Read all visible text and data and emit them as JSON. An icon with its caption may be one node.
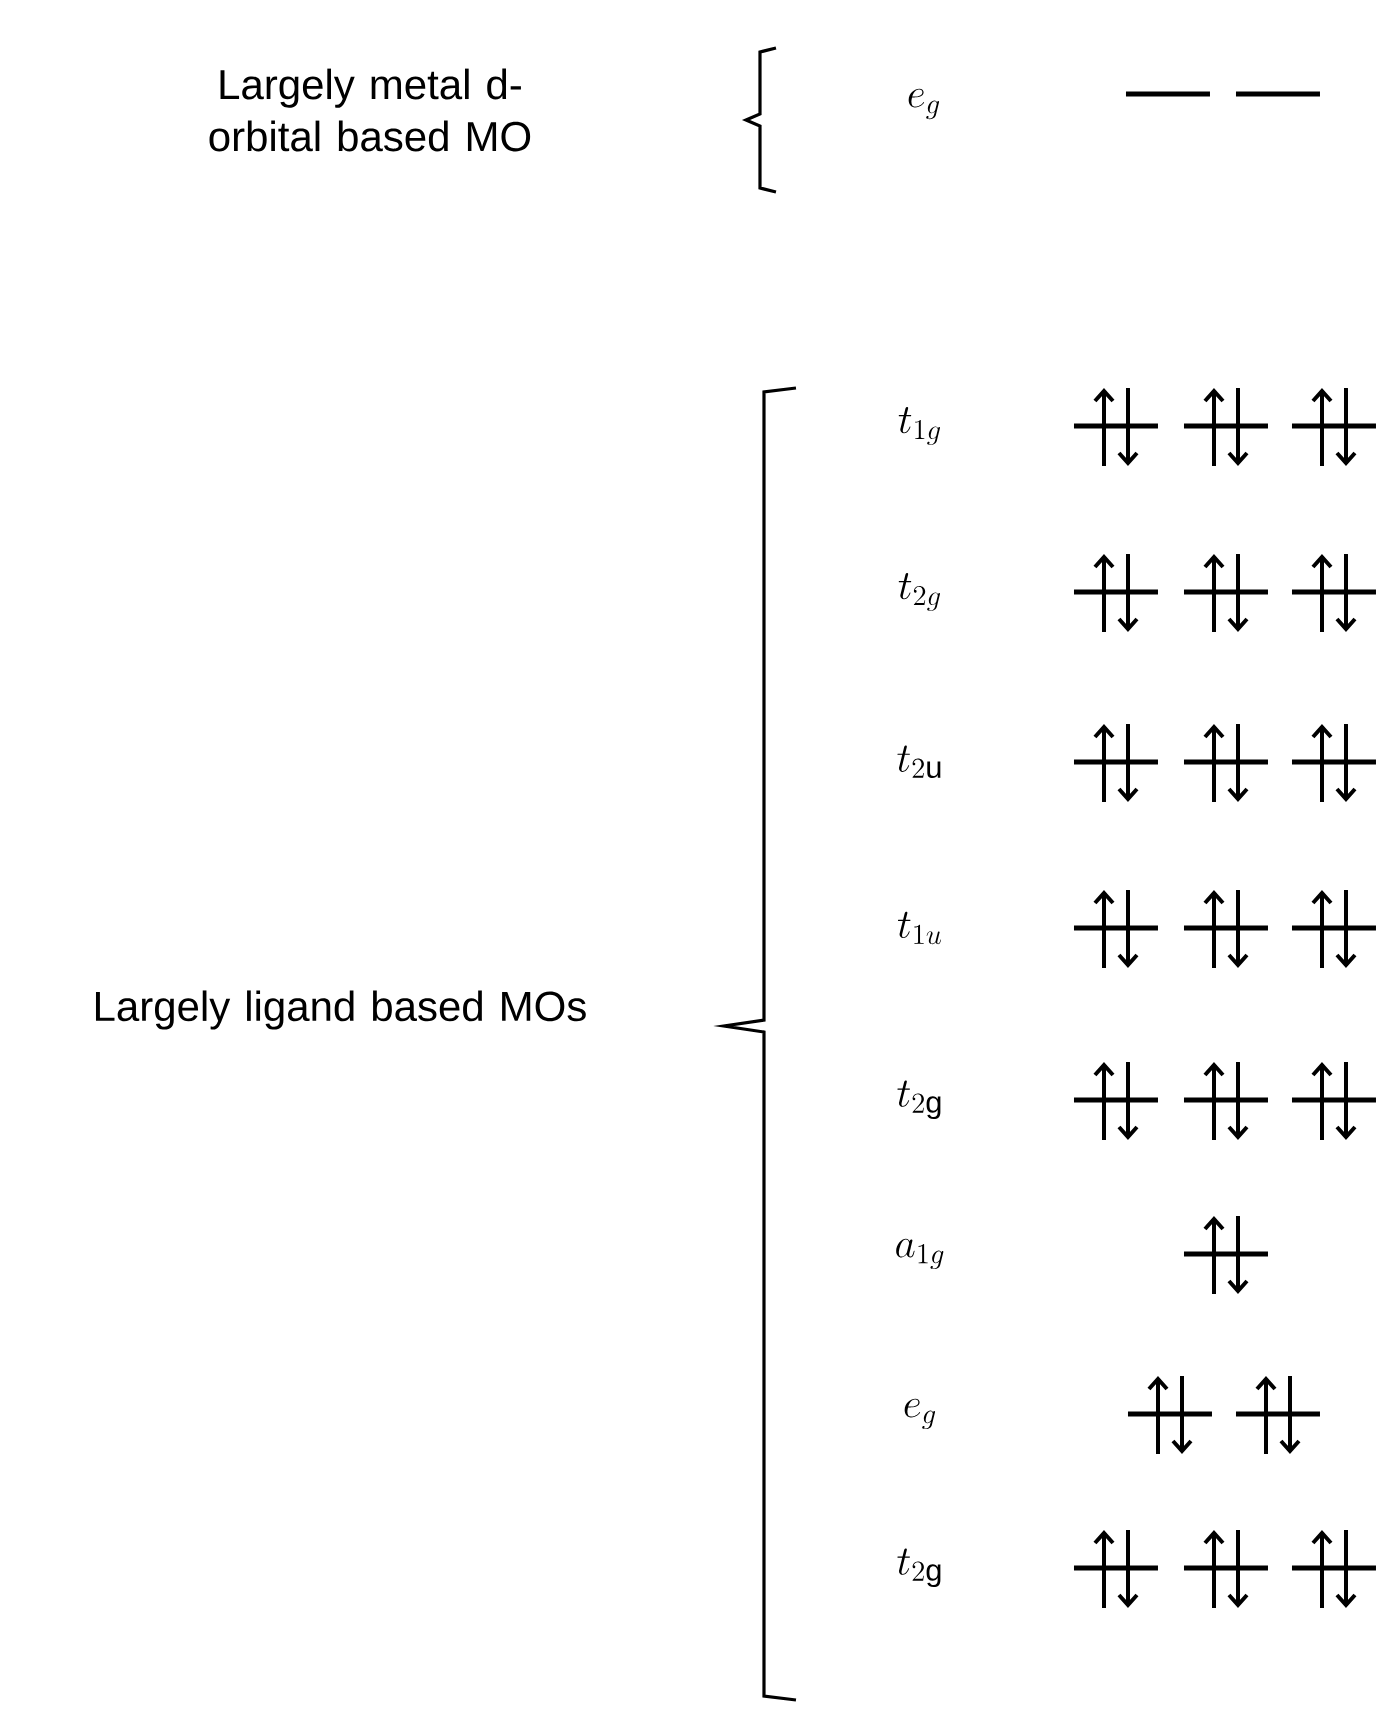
{
  "diagram": {
    "labels": [
      "Largely metal d-orbital based MO",
      "e_{g}",
      "Largely ligand based MOs",
      "t_{1g}",
      "t_{2g}",
      "t_{2\\mathrm{u}}",
      "t_{1u}",
      "t_{2\\mathrm{g}}",
      "a_{1g}",
      "e_{g}",
      "t_{2\\mathrm{g}}"
    ]
  }
}
